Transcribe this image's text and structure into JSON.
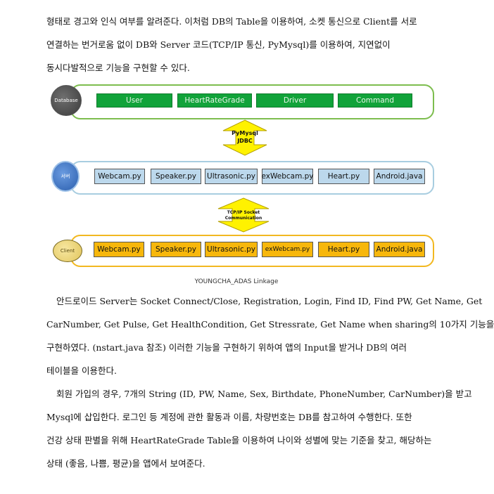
{
  "paragraph1": {
    "lines": [
      "형태로 경고와 인식 여부를 알려준다. 이처럼 DB의 Table을 이용하여, 소켓 통신으로 Client를 서로",
      "연결하는 번거로움 없이 DB와 Server 코드(TCP/IP 통신, PyMysql)를 이용하여, 지연없이",
      "동시다발적으로 기능을 구현할 수 있다."
    ]
  },
  "diagram": {
    "database_icon_label": "Database",
    "server_icon_label": "서버",
    "client_icon_label": "Client",
    "db_tables": [
      "User",
      "HeartRateGrade",
      "Driver",
      "Command"
    ],
    "server_files": [
      "Webcam.py",
      "Speaker.py",
      "Ultrasonic.py",
      "exWebcam.py",
      "Heart.py",
      "Android.java"
    ],
    "client_files": [
      "Webcam.py",
      "Speaker.py",
      "Ultrasonic.py",
      "exWebcam.py",
      "Heart.py",
      "Android.java"
    ],
    "arrow1_label_line1": "PyMysql",
    "arrow1_label_line2": "JDBC",
    "arrow2_label_line1": "TCP/IP Socket",
    "arrow2_label_line2": "Communication",
    "caption": "YOUNGCHA_ADAS Linkage",
    "colors": {
      "db_table": "#11a33a",
      "server_file": "#bcd8ec",
      "client_file": "#f7b70c",
      "arrow": "#fff200"
    }
  },
  "paragraph2": {
    "lines": [
      "안드로이드 Server는 Socket Connect/Close, Registration, Login, Find ID, Find PW, Get Name, Get",
      "CarNumber, Get Pulse, Get HealthCondition, Get Stressrate, Get Name when sharing의 10가지 기능을",
      "구현하였다. (nstart.java 참조) 이러한 기능을 구현하기 위하여 앱의 Input을 받거나 DB의 여러",
      "테이블을 이용한다."
    ]
  },
  "paragraph3": {
    "lines": [
      "회원 가입의 경우, 7개의 String (ID, PW, Name, Sex, Birthdate, PhoneNumber, CarNumber)을 받고",
      "Mysql에 삽입한다. 로그인 등 계정에 관한 활동과 이름, 차량번호는 DB를 참고하여 수행한다. 또한",
      "건강 상태 판별을 위해 HeartRateGrade Table을 이용하여 나이와 성별에 맞는 기준을 찾고, 해당하는",
      "상태 (좋음, 나쁨, 평균)을 앱에서 보여준다."
    ]
  }
}
